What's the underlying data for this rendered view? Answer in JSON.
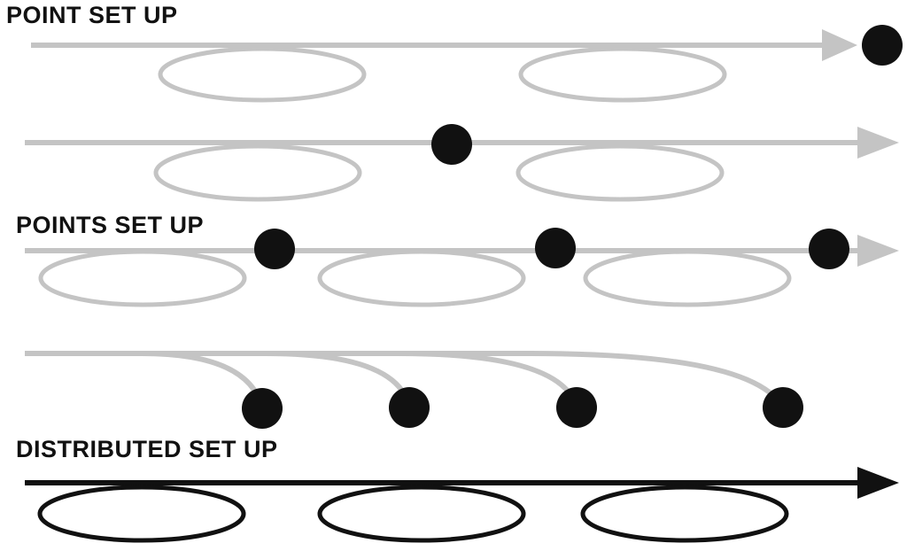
{
  "labels": {
    "point": "POINT SET UP",
    "points": "POINTS SET UP",
    "distributed": "DISTRIBUTED SET UP"
  },
  "colors": {
    "gray": "#c4c4c4",
    "black": "#111111"
  }
}
